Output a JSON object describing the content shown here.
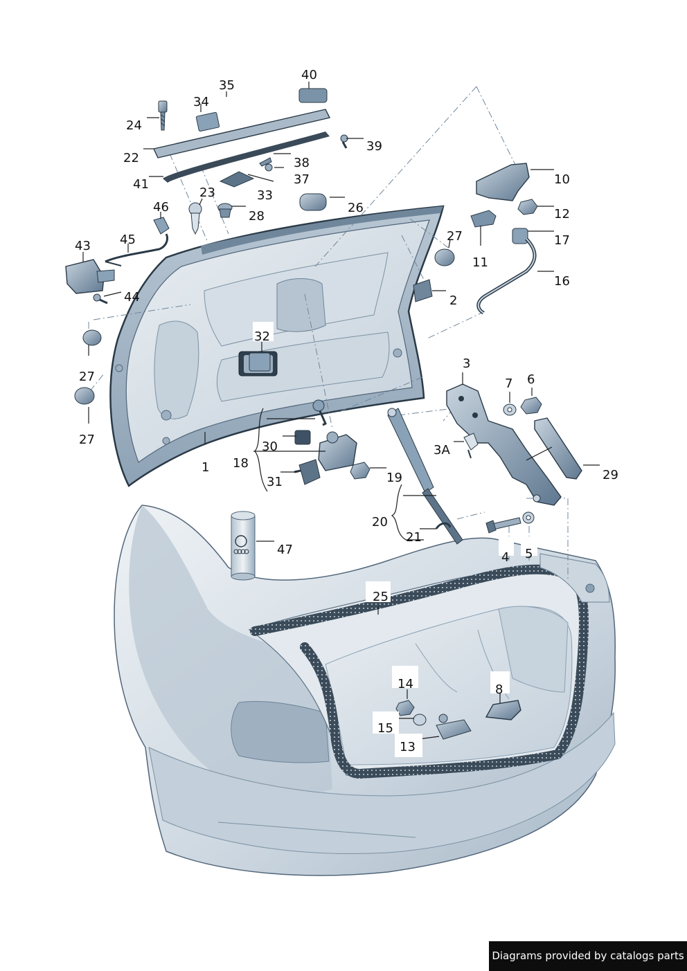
{
  "callouts": {
    "c1": "1",
    "c2": "2",
    "c3": "3",
    "c3a": "3A",
    "c4": "4",
    "c5": "5",
    "c6": "6",
    "c7": "7",
    "c8": "8",
    "c10": "10",
    "c11": "11",
    "c12": "12",
    "c13": "13",
    "c14": "14",
    "c15": "15",
    "c16": "16",
    "c17": "17",
    "c18": "18",
    "c19": "19",
    "c20": "20",
    "c21": "21",
    "c22": "22",
    "c23": "23",
    "c24": "24",
    "c25": "25",
    "c26": "26",
    "c27a": "27",
    "c27b": "27",
    "c27c": "27",
    "c28": "28",
    "c29": "29",
    "c30": "30",
    "c31": "31",
    "c32": "32",
    "c33": "33",
    "c34": "34",
    "c35": "35",
    "c37": "37",
    "c38": "38",
    "c39": "39",
    "c40": "40",
    "c41": "41",
    "c43": "43",
    "c44": "44",
    "c45": "45",
    "c46": "46",
    "c47": "47"
  },
  "footer": {
    "text": "Diagrams provided by catalogs parts"
  },
  "colors": {
    "body_fill": "#dde3e9",
    "body_shade": "#a9b9c8",
    "body_dark": "#7b93a8",
    "outline": "#2a3946",
    "seal": "#3a4a58",
    "part_fill": "#8aa2b7",
    "part_dark": "#4c6275"
  }
}
